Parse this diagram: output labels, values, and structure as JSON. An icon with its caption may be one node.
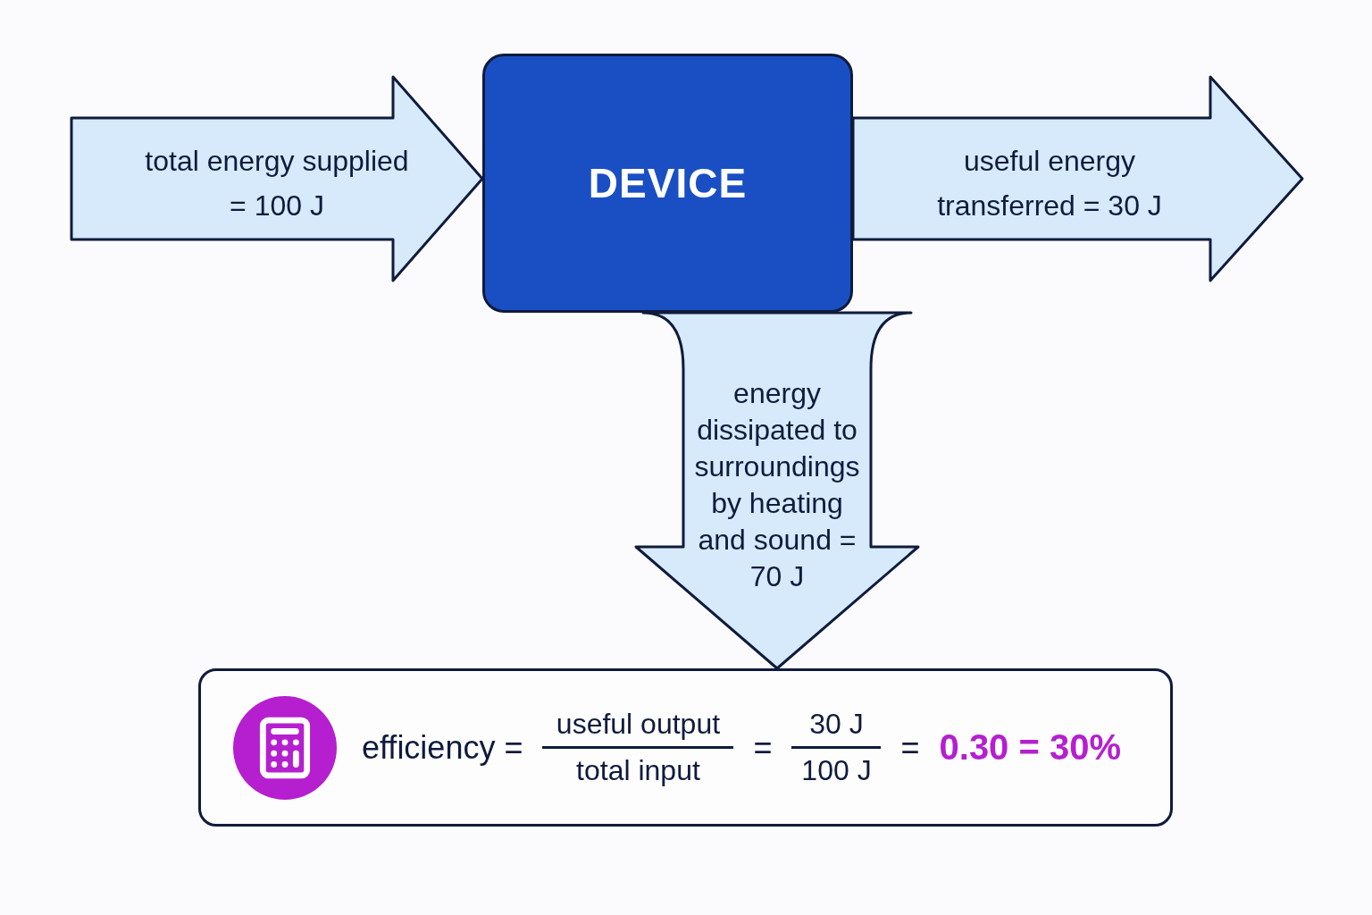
{
  "diagram": {
    "nodes": [
      {
        "text": [
          "DEVICE"
        ]
      },
      {
        "text": [
          "efficiency =",
          "useful output",
          "total input",
          "=",
          "30 J",
          "100 J",
          "=",
          "0.30 = 30%"
        ]
      }
    ],
    "edges": [
      {
        "from": null,
        "to": 0,
        "arrow": "to",
        "label": "total energy supplied = 100 J"
      },
      {
        "from": 0,
        "to": null,
        "arrow": "to",
        "label": "useful energy transferred = 30 J"
      },
      {
        "from": 0,
        "to": 1,
        "arrow": "to",
        "label": "energy dissipated to surroundings by heating and sound = 70 J"
      }
    ]
  }
}
